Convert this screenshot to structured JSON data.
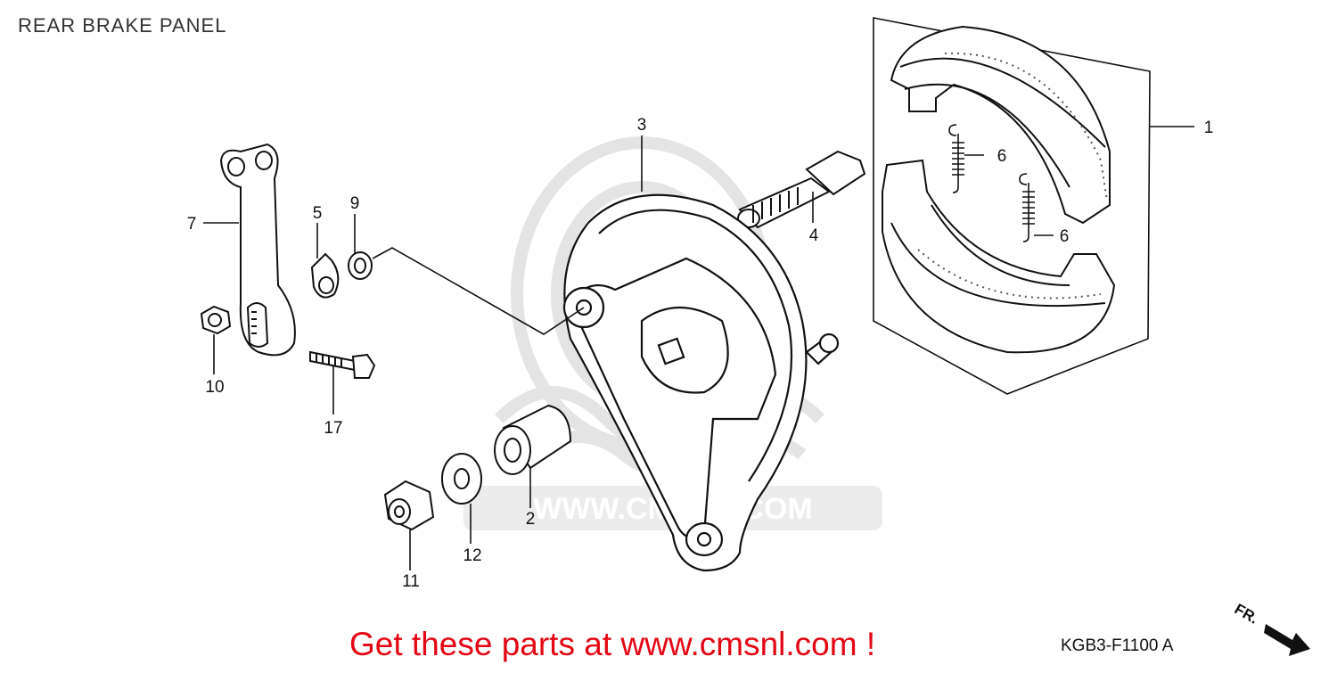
{
  "diagram": {
    "title": "REAR BRAKE PANEL",
    "diagram_code": "KGB3-F1100 A",
    "direction_label": "FR.",
    "watermark_text": "WWW.CMSNL.COM",
    "watermark_logo": "CMS",
    "cta_text": "Get these parts at www.cmsnl.com !",
    "colors": {
      "cta": "#e30613",
      "line": "#111111",
      "watermark": "#e6e6e6"
    },
    "callouts": [
      {
        "id": "callout-1",
        "number": "1"
      },
      {
        "id": "callout-2",
        "number": "2"
      },
      {
        "id": "callout-3",
        "number": "3"
      },
      {
        "id": "callout-4",
        "number": "4"
      },
      {
        "id": "callout-5",
        "number": "5"
      },
      {
        "id": "callout-6a",
        "number": "6"
      },
      {
        "id": "callout-6b",
        "number": "6"
      },
      {
        "id": "callout-7",
        "number": "7"
      },
      {
        "id": "callout-9",
        "number": "9"
      },
      {
        "id": "callout-10",
        "number": "10"
      },
      {
        "id": "callout-11",
        "number": "11"
      },
      {
        "id": "callout-12",
        "number": "12"
      },
      {
        "id": "callout-17",
        "number": "17"
      }
    ]
  }
}
